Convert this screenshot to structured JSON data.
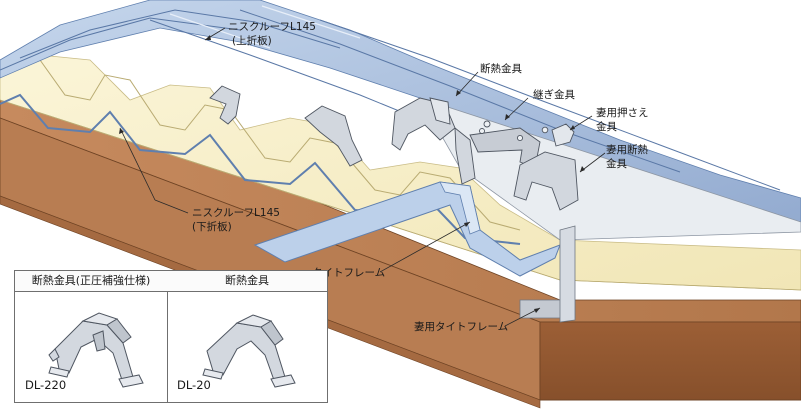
{
  "labels": {
    "upper_sheet": "ニスクルーフL145",
    "upper_sheet_note": "(上折板)",
    "lower_sheet": "ニスクルーフL145",
    "lower_sheet_note": "(下折板)",
    "insulation_bracket": "断熱金具",
    "joint_bracket": "継ぎ金具",
    "gable_press_line1": "妻用押さえ",
    "gable_press_line2": "金具",
    "gable_insulation_line1": "妻用断熱",
    "gable_insulation_line2": "金具",
    "tight_frame": "タイトフレーム",
    "gable_tight_frame": "妻用タイトフレーム"
  },
  "inset": {
    "left_title": "断熱金具(正圧補強仕様)",
    "left_code": "DL-220",
    "right_title": "断熱金具",
    "right_code": "DL-20"
  },
  "colors": {
    "foam": "#f7efc6",
    "foam_edge": "#c9bc86",
    "sheet_blue": "#a9bfdc",
    "sheet_blue_dark": "#6f8fba",
    "steel_beam": "#a66a3f",
    "steel_beam_light": "#c88d62",
    "metal": "#c9ced6"
  }
}
